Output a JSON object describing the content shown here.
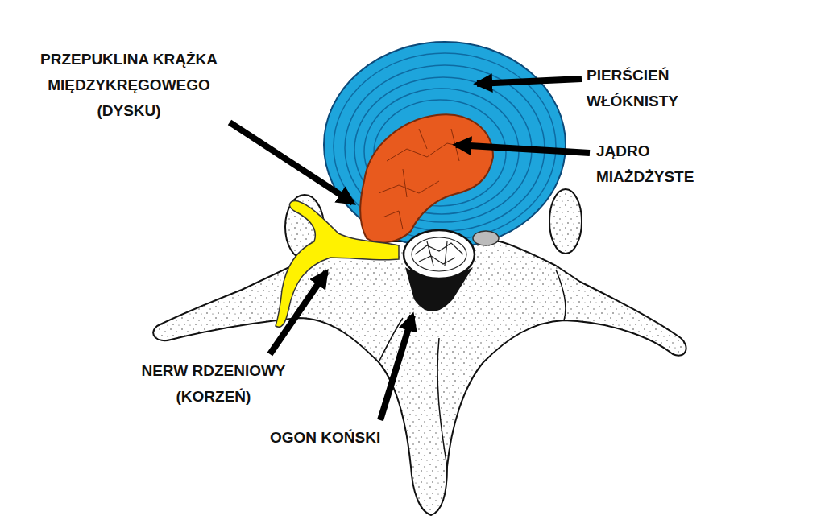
{
  "diagram": {
    "labels": [
      "PRZEPUKLINA KRĄŻKA MIĘDZYKRĘGOWEGO (DYSKU)",
      "PIERŚCIEŃ WŁÓKNISTY",
      "JĄDRO MIAŻDŻYSTE",
      "NERW RDZENIOWY (KORZEŃ)",
      "OGON KOŃSKI"
    ]
  }
}
